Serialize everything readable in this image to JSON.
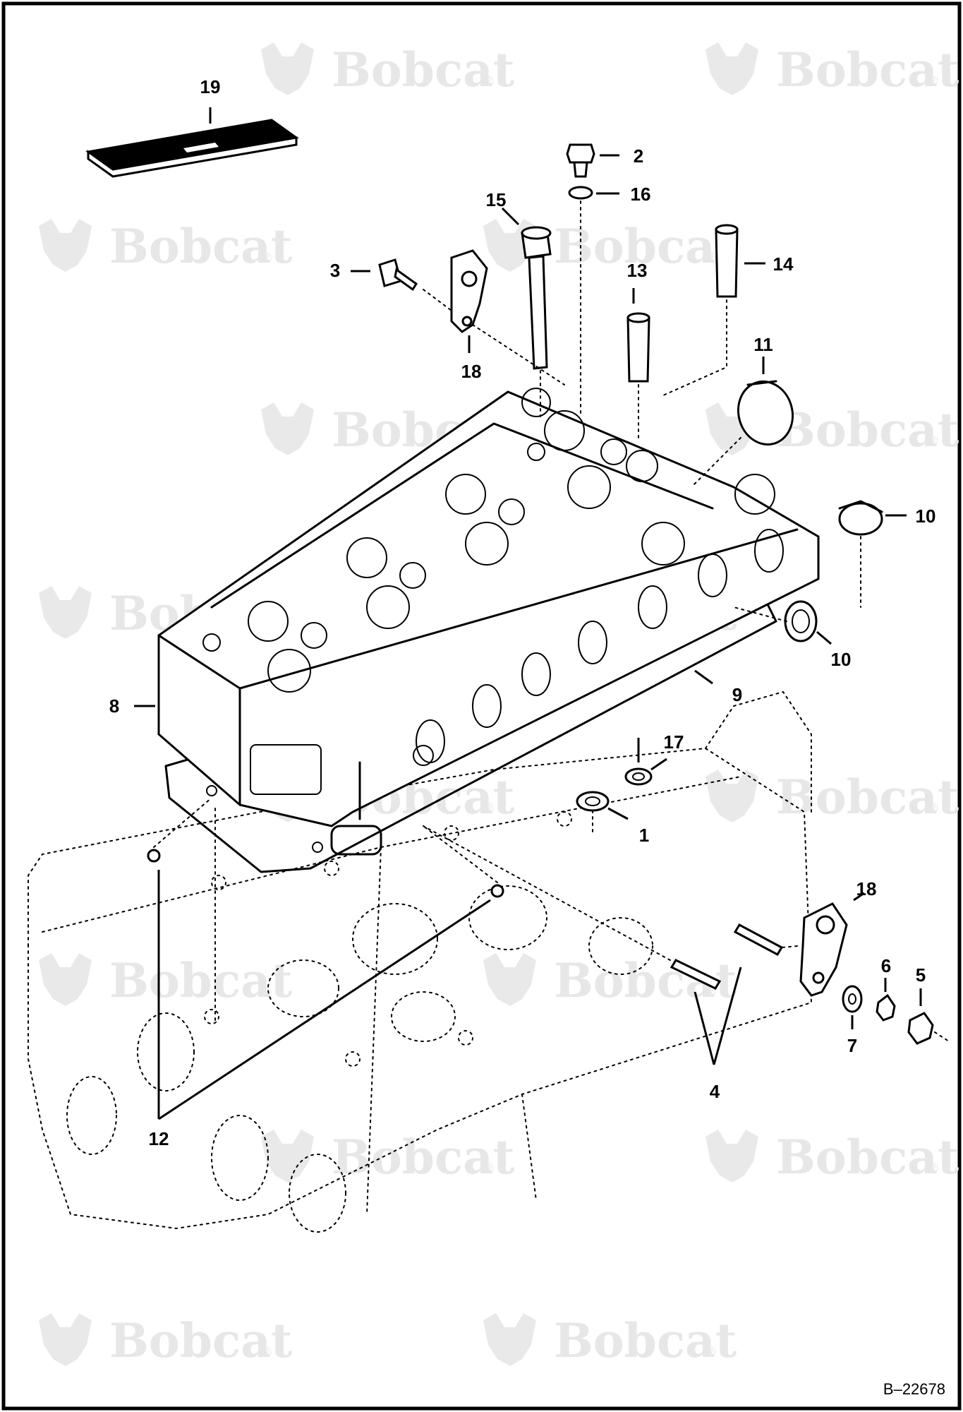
{
  "watermark": {
    "text": "Bobcat",
    "mark": "®"
  },
  "drawing_number": "B–22678",
  "callouts": [
    {
      "id": "c19",
      "label": "19"
    },
    {
      "id": "c2",
      "label": "2"
    },
    {
      "id": "c16",
      "label": "16"
    },
    {
      "id": "c15",
      "label": "15"
    },
    {
      "id": "c3",
      "label": "3"
    },
    {
      "id": "c13",
      "label": "13"
    },
    {
      "id": "c14",
      "label": "14"
    },
    {
      "id": "c18a",
      "label": "18"
    },
    {
      "id": "c11",
      "label": "11"
    },
    {
      "id": "c10a",
      "label": "10"
    },
    {
      "id": "c10b",
      "label": "10"
    },
    {
      "id": "c8",
      "label": "8"
    },
    {
      "id": "c9",
      "label": "9"
    },
    {
      "id": "c17",
      "label": "17"
    },
    {
      "id": "c1",
      "label": "1"
    },
    {
      "id": "c18b",
      "label": "18"
    },
    {
      "id": "c6",
      "label": "6"
    },
    {
      "id": "c5",
      "label": "5"
    },
    {
      "id": "c7",
      "label": "7"
    },
    {
      "id": "c4",
      "label": "4"
    },
    {
      "id": "c12",
      "label": "12"
    }
  ],
  "icons": {
    "brand_logo": "bobcat-logo-icon"
  }
}
